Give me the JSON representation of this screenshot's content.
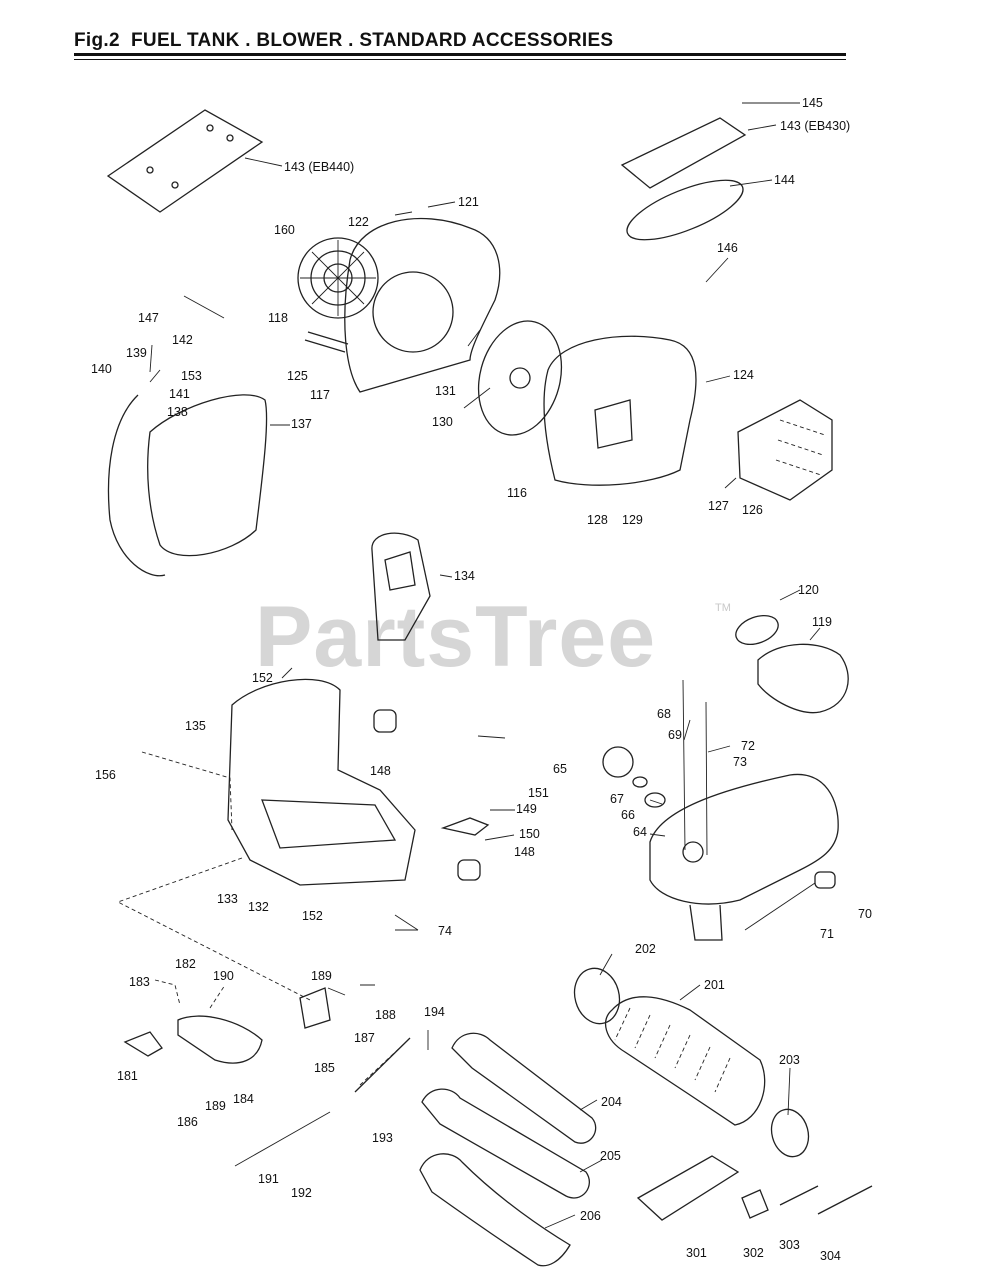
{
  "figure": {
    "label": "Fig.2",
    "title": "FUEL TANK . BLOWER . STANDARD ACCESSORIES"
  },
  "watermark": {
    "text": "PartsTree",
    "trademark": "TM"
  },
  "callouts": {
    "c145": "145",
    "c143b": "143 (EB430)",
    "c143a": "143 (EB440)",
    "c144": "144",
    "c121": "121",
    "c122": "122",
    "c160": "160",
    "c146": "146",
    "c147": "147",
    "c118": "118",
    "c142": "142",
    "c139": "139",
    "c153": "153",
    "c140": "140",
    "c141": "141",
    "c138": "138",
    "c125": "125",
    "c117": "117",
    "c131": "131",
    "c130": "130",
    "c124": "124",
    "c137": "137",
    "c116": "116",
    "c127": "127",
    "c126": "126",
    "c128": "128",
    "c129": "129",
    "c134": "134",
    "c120": "120",
    "c119": "119",
    "c152a": "152",
    "c135": "135",
    "c68": "68",
    "c69": "69",
    "c72": "72",
    "c73": "73",
    "c148a": "148",
    "c65": "65",
    "c156": "156",
    "c151": "151",
    "c149": "149",
    "c67": "67",
    "c66": "66",
    "c64": "64",
    "c150": "150",
    "c148b": "148",
    "c133": "133",
    "c132": "132",
    "c152b": "152",
    "c74": "74",
    "c70": "70",
    "c71": "71",
    "c202": "202",
    "c182": "182",
    "c183": "183",
    "c190": "190",
    "c189a": "189",
    "c201": "201",
    "c188": "188",
    "c194": "194",
    "c187": "187",
    "c185": "185",
    "c181": "181",
    "c203": "203",
    "c189b": "189",
    "c184": "184",
    "c204": "204",
    "c186": "186",
    "c193": "193",
    "c205": "205",
    "c191": "191",
    "c192": "192",
    "c206": "206",
    "c301": "301",
    "c302": "302",
    "c303": "303",
    "c304": "304"
  }
}
